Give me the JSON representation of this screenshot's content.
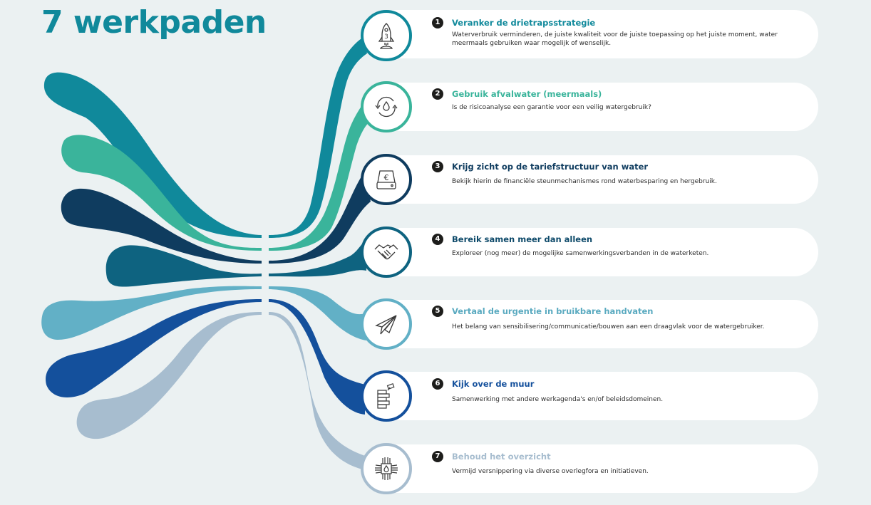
{
  "title": "7 werkpaden",
  "colors": {
    "background": "#ebf1f2",
    "title": "#10899b",
    "badge": "#1d1d1b",
    "card": "#ffffff",
    "icon_stroke": "#3a3a3a"
  },
  "paths": [
    {
      "number": "1",
      "title": "Veranker de drietrapsstrategie",
      "description": "Waterverbruik verminderen, de juiste kwaliteit voor de juiste toepassing op het juiste moment, water meermaals gebruiken waar mogelijk of wenselijk.",
      "icon": "rocket-3-icon",
      "color": "#10899b",
      "title_color": "#10899b"
    },
    {
      "number": "2",
      "title": "Gebruik afvalwater (meermaals)",
      "description": "Is de risicoanalyse een garantie voor een veilig watergebruik?",
      "icon": "water-cycle-icon",
      "color": "#3ab49b",
      "title_color": "#3ab49b"
    },
    {
      "number": "3",
      "title": "Krijg zicht op de tariefstructuur van water",
      "description": "Bekijk hierin de financiële steunmechanismes rond waterbesparing en hergebruik.",
      "icon": "euro-drive-icon",
      "color": "#0f3c5f",
      "title_color": "#0f3c5f"
    },
    {
      "number": "4",
      "title": "Bereik samen meer dan alleen",
      "description": "Exploreer (nog meer) de mogelijke samenwerkingsverbanden in de waterketen.",
      "icon": "handshake-icon",
      "color": "#0e6380",
      "title_color": "#0e4a6a"
    },
    {
      "number": "5",
      "title": "Vertaal de urgentie in bruikbare handvaten",
      "description": "Het belang van sensibilisering/communicatie/bouwen aan een draagvlak voor de watergebruiker.",
      "icon": "paper-plane-icon",
      "color": "#62b0c6",
      "title_color": "#5aaac0"
    },
    {
      "number": "6",
      "title": "Kijk over de muur",
      "description": "Samenwerking met andere werkagenda's en/of beleidsdomeinen.",
      "icon": "brick-wall-icon",
      "color": "#14509c",
      "title_color": "#14509c"
    },
    {
      "number": "7",
      "title": "Behoud het overzicht",
      "description": "Vermijd versnippering via diverse overlegfora en initiatieven.",
      "icon": "water-chip-icon",
      "color": "#a7bdcf",
      "title_color": "#a7bdcf"
    }
  ]
}
